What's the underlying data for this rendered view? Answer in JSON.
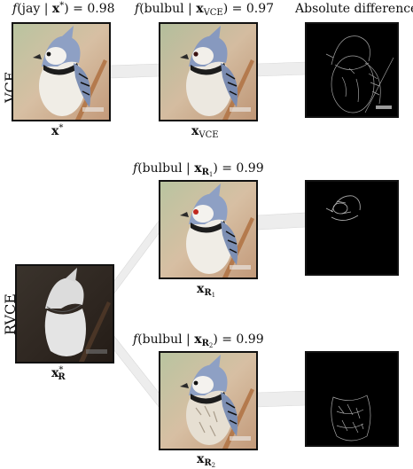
{
  "rows": {
    "vce": "VCE",
    "rvce": "RVCE"
  },
  "column_header": "Absolute difference",
  "labels": {
    "top_orig": {
      "f": "f",
      "cls": "jay",
      "bar": " | ",
      "x": "x",
      "sup": "*",
      "eq": ") = 0.98"
    },
    "top_vce": {
      "f": "f",
      "cls": "bulbul",
      "bar": " | ",
      "x": "x",
      "sub": "VCE",
      "eq": ") = 0.97"
    },
    "r1": {
      "f": "f",
      "cls": "bulbul",
      "bar": " | ",
      "x": "x",
      "sub": "R",
      "subsub": "1",
      "eq": ") = 0.99"
    },
    "r2": {
      "f": "f",
      "cls": "bulbul",
      "bar": " | ",
      "x": "x",
      "sub": "R",
      "subsub": "2",
      "eq": ") = 0.99"
    }
  },
  "captions": {
    "x_star": {
      "x": "x",
      "sup": "*"
    },
    "x_vce": {
      "x": "x",
      "sub": "VCE"
    },
    "x_r_star": {
      "x": "x",
      "sup": "*",
      "sub": "R"
    },
    "x_r1": {
      "x": "x",
      "sub": "R",
      "subsub": "1"
    },
    "x_r2": {
      "x": "x",
      "sub": "R",
      "subsub": "2"
    }
  },
  "colors": {
    "background_photo": "#c9b49a",
    "bird_blue": "#7f93b8",
    "bird_white": "#f2f0ec",
    "bird_black": "#1b1b1b",
    "mask_grey": "#dcdcdc",
    "mask_bg": "#2c241e",
    "connector": "#ececec"
  }
}
